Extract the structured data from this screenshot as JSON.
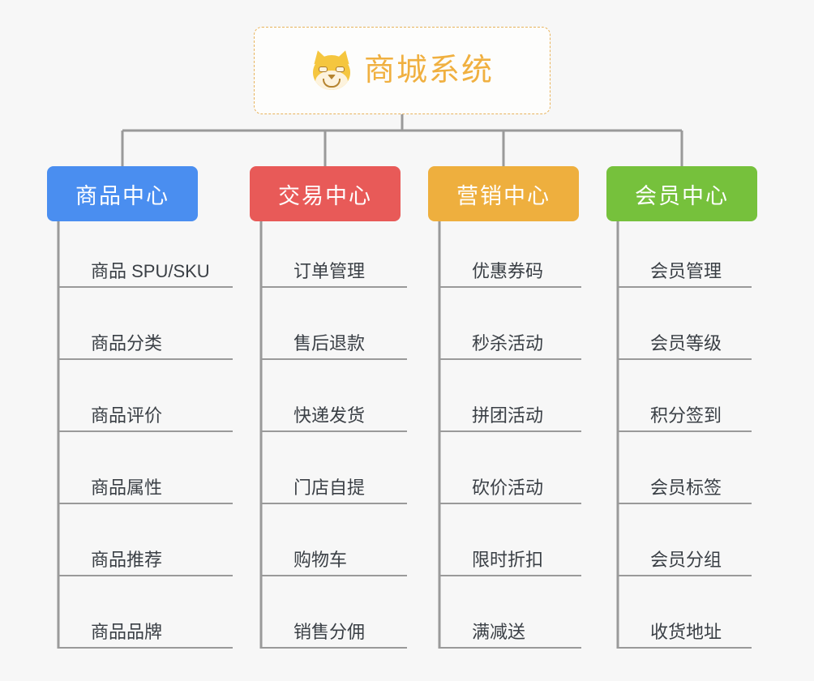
{
  "background_color": "#f7f7f7",
  "root": {
    "title": "商城系统",
    "icon": "shiba-dog-face-icon",
    "text_color": "#f0b040",
    "border_color": "#e8b35c",
    "fill_color": "#fdfdfc"
  },
  "connector_color": "#9a9a9a",
  "categories": [
    {
      "label": "商品中心",
      "color": "#4a8ef0",
      "items": [
        "商品 SPU/SKU",
        "商品分类",
        "商品评价",
        "商品属性",
        "商品推荐",
        "商品品牌"
      ]
    },
    {
      "label": "交易中心",
      "color": "#e85a58",
      "items": [
        "订单管理",
        "售后退款",
        "快递发货",
        "门店自提",
        "购物车",
        "销售分佣"
      ]
    },
    {
      "label": "营销中心",
      "color": "#eeaf3e",
      "items": [
        "优惠券码",
        "秒杀活动",
        "拼团活动",
        "砍价活动",
        "限时折扣",
        "满减送"
      ]
    },
    {
      "label": "会员中心",
      "color": "#76c13c",
      "items": [
        "会员管理",
        "会员等级",
        "积分签到",
        "会员标签",
        "会员分组",
        "收货地址"
      ]
    }
  ]
}
